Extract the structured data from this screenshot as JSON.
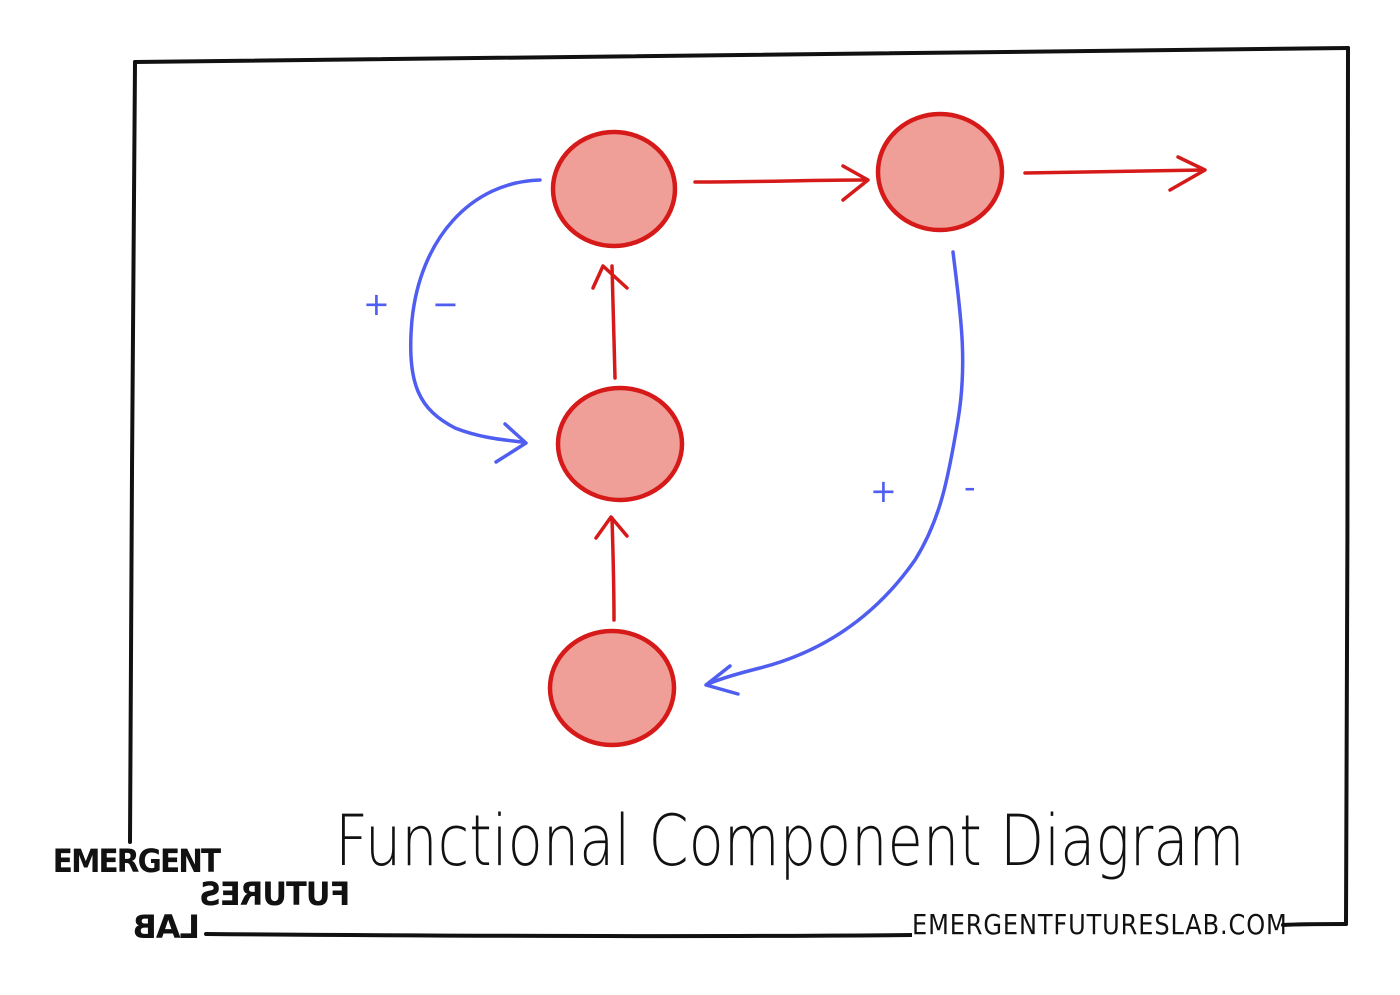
{
  "title": "Functional Component Diagram",
  "url": "EMERGENTFUTURESLAB.COM",
  "logo": {
    "line1": "EMERGENT",
    "line2": "FUTURES",
    "line3": "LAB"
  },
  "feedback_signs": {
    "left_plus": "+",
    "left_minus": "−",
    "right_plus": "+",
    "right_minus": "-"
  },
  "colors": {
    "node_fill": "#f09f98",
    "node_stroke": "#d61a1a",
    "flow_arrow": "#d61a1a",
    "feedback_arrow": "#4f5df0",
    "ink": "#111111"
  }
}
